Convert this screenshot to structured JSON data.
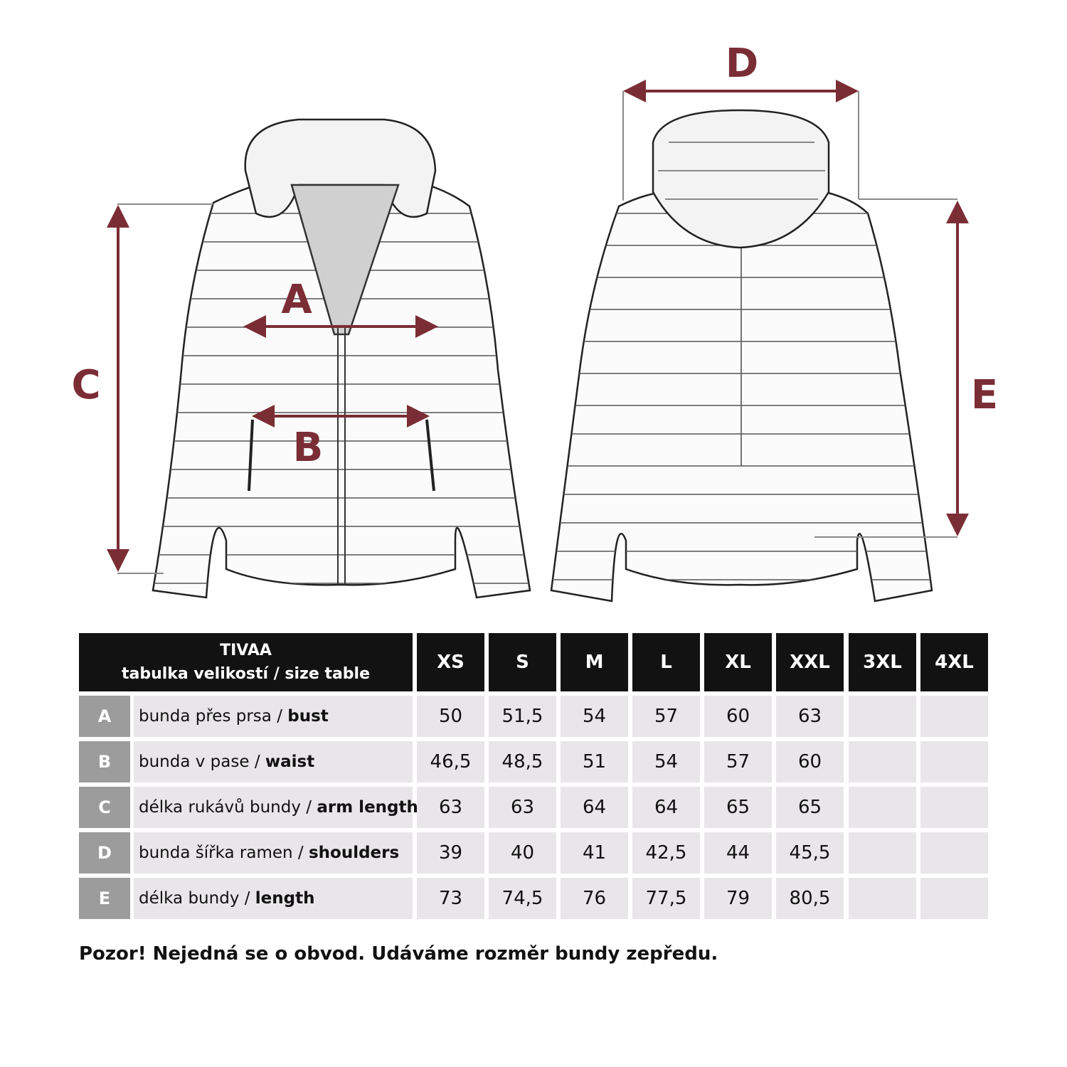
{
  "diagram": {
    "labels": {
      "A": "A",
      "B": "B",
      "C": "C",
      "D": "D",
      "E": "E"
    },
    "accent_color": "#7b2d35"
  },
  "table": {
    "brand": "TIVAA",
    "title": "tabulka velikostí / size table",
    "sizes": [
      "XS",
      "S",
      "M",
      "L",
      "XL",
      "XXL",
      "3XL",
      "4XL"
    ],
    "rows": [
      {
        "letter": "A",
        "desc_cz": "bunda přes prsa / ",
        "desc_en": "bust",
        "values": [
          "50",
          "51,5",
          "54",
          "57",
          "60",
          "63",
          "",
          ""
        ]
      },
      {
        "letter": "B",
        "desc_cz": "bunda v pase / ",
        "desc_en": "waist",
        "values": [
          "46,5",
          "48,5",
          "51",
          "54",
          "57",
          "60",
          "",
          ""
        ]
      },
      {
        "letter": "C",
        "desc_cz": "délka rukávů bundy / ",
        "desc_en": "arm length",
        "values": [
          "63",
          "63",
          "64",
          "64",
          "65",
          "65",
          "",
          ""
        ]
      },
      {
        "letter": "D",
        "desc_cz": "bunda šířka ramen / ",
        "desc_en": "shoulders",
        "values": [
          "39",
          "40",
          "41",
          "42,5",
          "44",
          "45,5",
          "",
          ""
        ]
      },
      {
        "letter": "E",
        "desc_cz": "délka bundy / ",
        "desc_en": "length",
        "values": [
          "73",
          "74,5",
          "76",
          "77,5",
          "79",
          "80,5",
          "",
          ""
        ]
      }
    ]
  },
  "note": "Pozor! Nejedná se o obvod. Udáváme rozměr bundy zepředu."
}
